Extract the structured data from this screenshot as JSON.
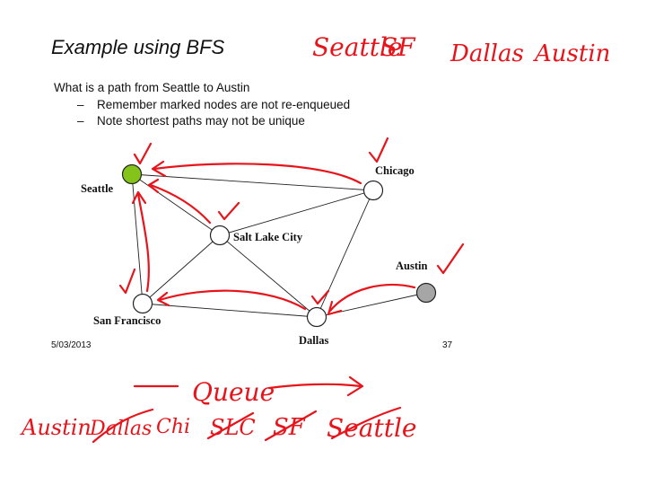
{
  "slide": {
    "title": "Example using BFS",
    "question": "What is a path from Seattle to Austin",
    "bullets": [
      "Remember marked nodes are not re-enqueued",
      "Note shortest paths may not be unique"
    ],
    "date": "5/03/2013",
    "page": "37"
  },
  "graph": {
    "nodes": [
      {
        "id": "seattle",
        "label": "Seattle",
        "color": "#84c31a"
      },
      {
        "id": "chicago",
        "label": "Chicago",
        "color": "#ffffff"
      },
      {
        "id": "slc",
        "label": "Salt Lake City",
        "color": "#ffffff"
      },
      {
        "id": "austin",
        "label": "Austin",
        "color": "#a6a6a6"
      },
      {
        "id": "sf",
        "label": "San Francisco",
        "color": "#ffffff"
      },
      {
        "id": "dallas",
        "label": "Dallas",
        "color": "#ffffff"
      }
    ],
    "edges": [
      [
        "seattle",
        "chicago"
      ],
      [
        "seattle",
        "slc"
      ],
      [
        "seattle",
        "sf"
      ],
      [
        "chicago",
        "slc"
      ],
      [
        "chicago",
        "dallas"
      ],
      [
        "slc",
        "sf"
      ],
      [
        "slc",
        "dallas"
      ],
      [
        "sf",
        "dallas"
      ],
      [
        "dallas",
        "austin"
      ]
    ]
  },
  "annotations": {
    "ink_color": "#e8141b",
    "top_words": [
      "Seattle",
      "SF",
      "Dallas",
      "Austin"
    ],
    "queue_label": "Queue",
    "queue_items": [
      "Austin",
      "Dallas",
      "Chi",
      "SLC",
      "SF",
      "Seattle"
    ]
  }
}
